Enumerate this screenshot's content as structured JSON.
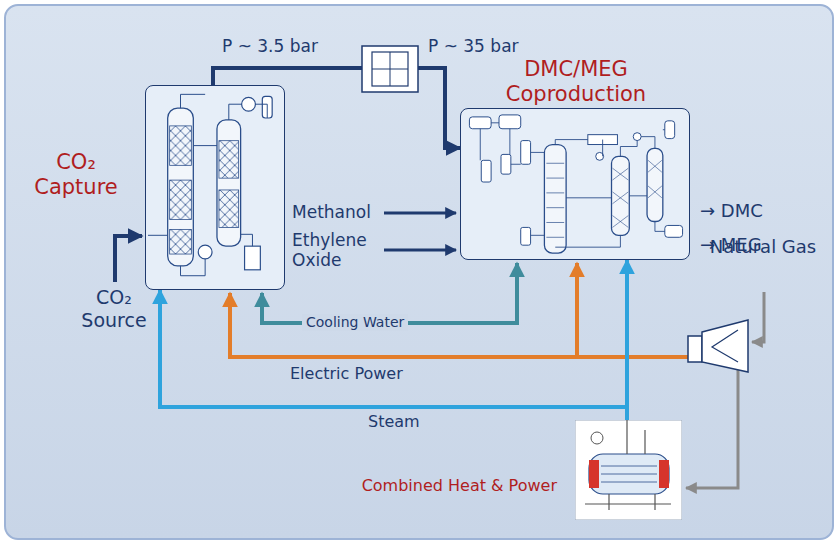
{
  "diagram": {
    "nodes": [
      {
        "text": [
          "CO₂ Capture"
        ]
      },
      {
        "text": [
          "DMC/MEG Coproduction"
        ]
      },
      {
        "text": [
          "Combined Heat & Power"
        ]
      }
    ],
    "edges": [
      {
        "from": 0,
        "to": 1,
        "arrow": "to"
      },
      {
        "from": 2,
        "to": 0,
        "label": "Steam",
        "arrow": "to"
      },
      {
        "from": 2,
        "to": 1,
        "arrow": "to"
      }
    ],
    "labels": [
      "P ~ 3.5 bar",
      "P ~ 35 bar",
      "Methanol",
      "Ethylene Oxide",
      "→ DMC",
      "→ MEG",
      "CO₂ Source",
      "Cooling Water",
      "Electric Power",
      "Natural Gas"
    ]
  }
}
